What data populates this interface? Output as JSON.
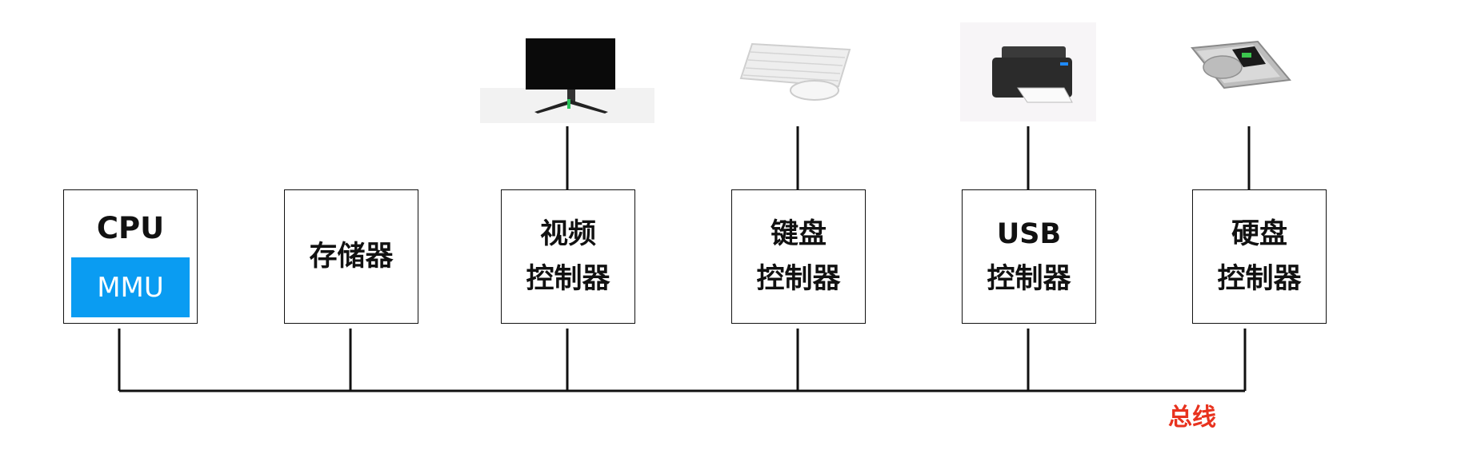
{
  "boxes": {
    "cpu": {
      "label": "CPU",
      "mmu_label": "MMU"
    },
    "memory": {
      "label": "存储器"
    },
    "video": {
      "label": "视频\n控制器"
    },
    "keyboard": {
      "label": "键盘\n控制器"
    },
    "usb": {
      "label": "USB\n控制器"
    },
    "disk": {
      "label": "硬盘\n控制器"
    }
  },
  "bus": {
    "label": "总线"
  },
  "devices": [
    "monitor-icon",
    "keyboard-mouse-icon",
    "printer-icon",
    "hard-drive-icon"
  ],
  "colors": {
    "mmu": "#0a9cf2",
    "bus_label": "#e8321e",
    "lines": "#111111"
  }
}
